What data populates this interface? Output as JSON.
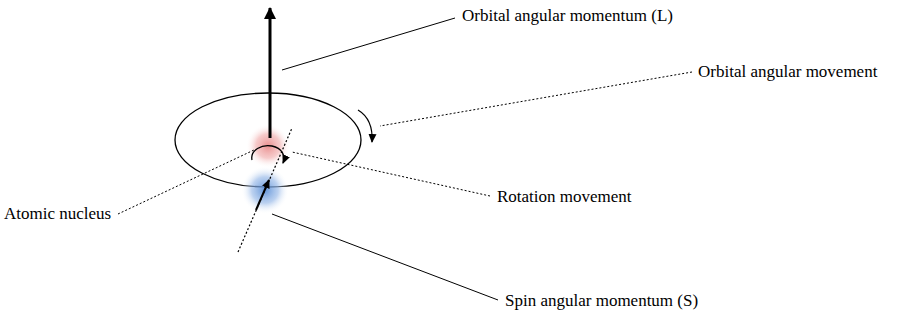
{
  "diagram": {
    "labels": [
      "Orbital angular momentum (L)",
      "Orbital angular movement",
      "Atomic nucleus",
      "Rotation movement",
      "Spin angular momentum (S)"
    ]
  }
}
